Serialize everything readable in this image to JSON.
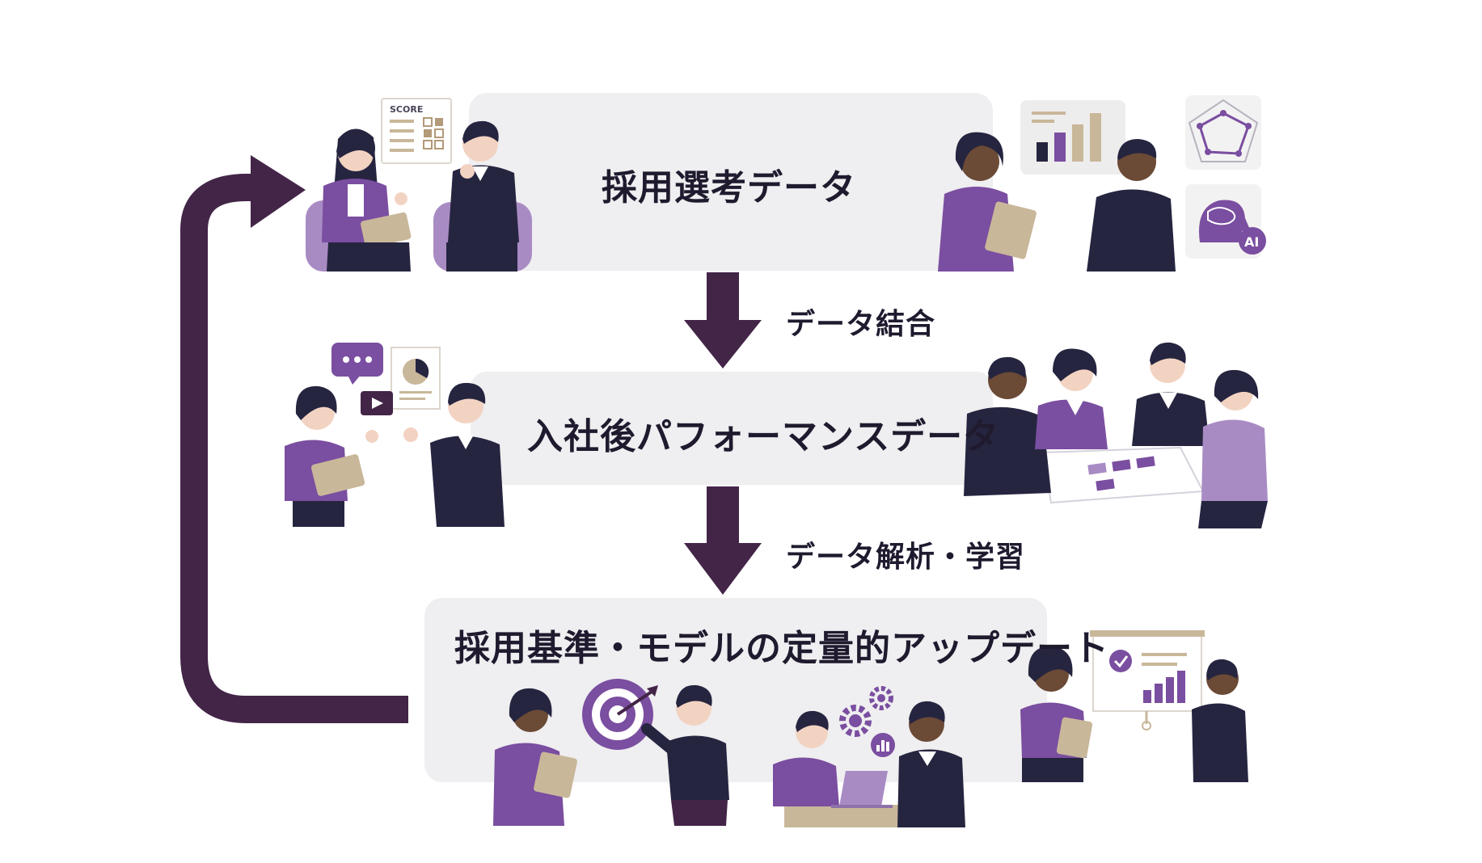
{
  "colors": {
    "arrow": "#432548",
    "panel": "#efeef0",
    "purple": "#7a4ea0",
    "purple_light": "#a98bc4",
    "navy": "#262540",
    "tan": "#c9b79a",
    "ink": "#1f1a2e"
  },
  "stages": [
    {
      "title": "採用選考データ"
    },
    {
      "title": "入社後パフォーマンスデータ"
    },
    {
      "title": "採用基準・モデルの定量的アップデート"
    }
  ],
  "steps": [
    {
      "label": "データ結合"
    },
    {
      "label": "データ解析・学習"
    }
  ],
  "illustrations": {
    "score_card_text": "SCORE",
    "ai_badge_text": "AI",
    "icons": [
      "score-card-icon",
      "bar-chart-icon",
      "radar-chart-icon",
      "ai-brain-icon",
      "chat-bubble-icon",
      "pie-chart-icon",
      "video-play-icon",
      "target-icon",
      "gear-icon",
      "checkmark-icon"
    ]
  }
}
